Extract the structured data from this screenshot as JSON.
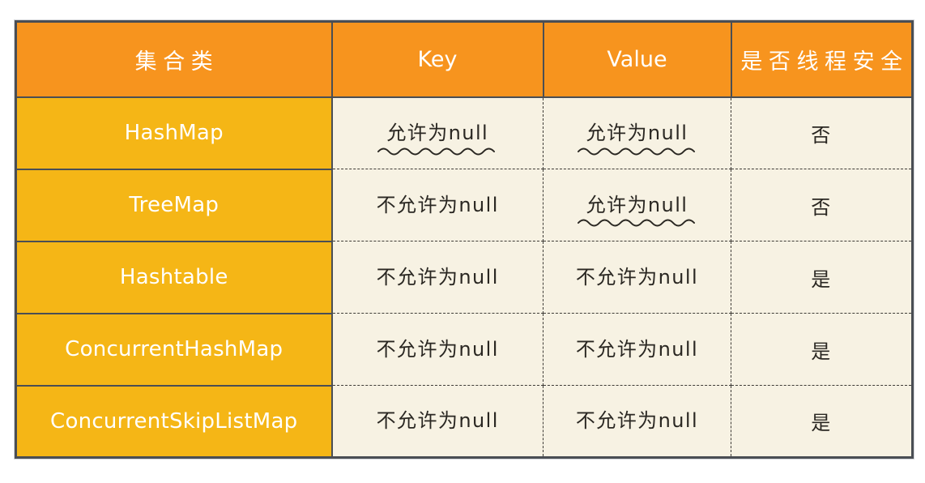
{
  "colors": {
    "header_bg": "#F7941E",
    "first_col_bg": "#F5B616",
    "cell_bg": "#F7F2E3",
    "border_dark": "#4A4E54",
    "dash": "#3E3B36",
    "header_text": "#FFFFFF",
    "cell_text": "#2A2722",
    "page_bg": "#FFFFFF"
  },
  "chart_data": {
    "type": "table",
    "title": "",
    "columns": [
      "集合类",
      "Key",
      "Value",
      "是否线程安全"
    ],
    "rows": [
      {
        "name": "HashMap",
        "key": "允许为null",
        "key_underlined": true,
        "value": "允许为null",
        "value_underlined": true,
        "thread_safe": "否"
      },
      {
        "name": "TreeMap",
        "key": "不允许为null",
        "key_underlined": false,
        "value": "允许为null",
        "value_underlined": true,
        "thread_safe": "否"
      },
      {
        "name": "Hashtable",
        "key": "不允许为null",
        "key_underlined": false,
        "value": "不允许为null",
        "value_underlined": false,
        "thread_safe": "是"
      },
      {
        "name": "ConcurrentHashMap",
        "key": "不允许为null",
        "key_underlined": false,
        "value": "不允许为null",
        "value_underlined": false,
        "thread_safe": "是"
      },
      {
        "name": "ConcurrentSkipListMap",
        "key": "不允许为null",
        "key_underlined": false,
        "value": "不允许为null",
        "value_underlined": false,
        "thread_safe": "是"
      }
    ]
  }
}
